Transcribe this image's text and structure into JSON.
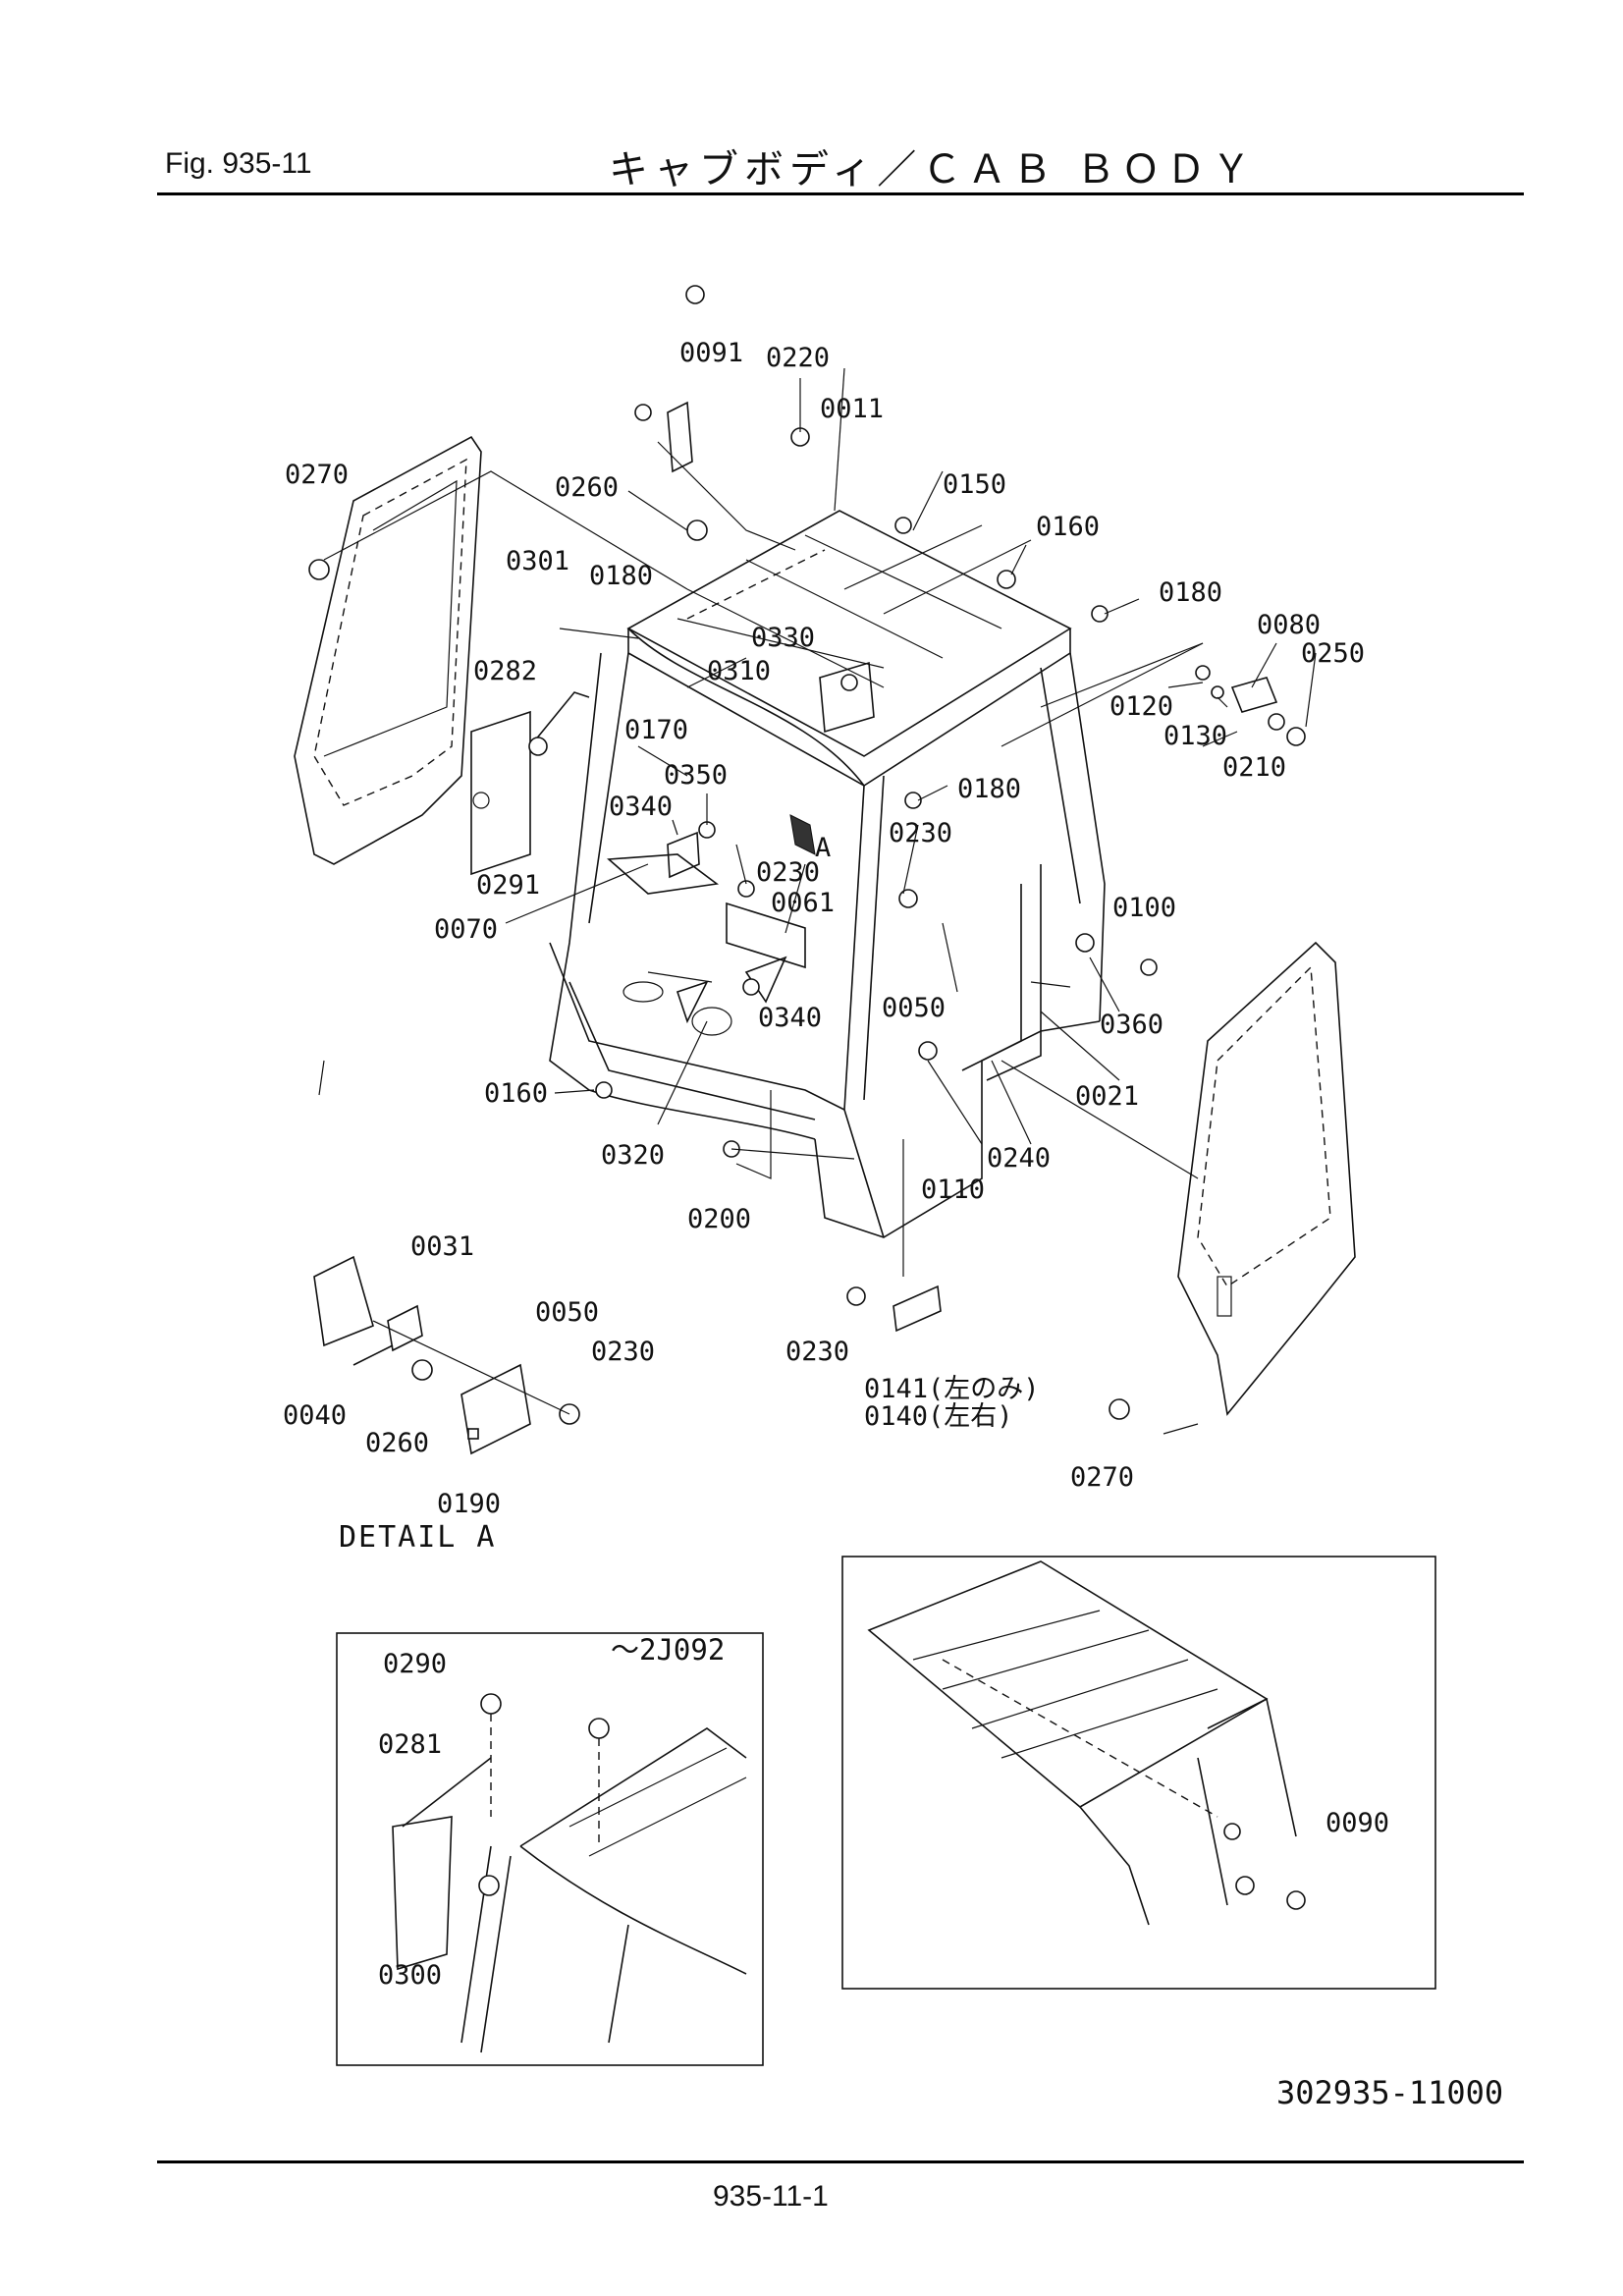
{
  "header": {
    "fig_label": "Fig.  935-11",
    "title": "キャブボディ／ＣＡＢ ＢＯＤＹ"
  },
  "callouts": {
    "c0091": "0091",
    "c0220": "0220",
    "c0011": "0011",
    "c0270a": "0270",
    "c0260a": "0260",
    "c0150": "0150",
    "c0160a": "0160",
    "c0301": "0301",
    "c0180a": "0180",
    "c0180b": "0180",
    "c0080": "0080",
    "c0250": "0250",
    "c0330": "0330",
    "c0282": "0282",
    "c0310": "0310",
    "c0120": "0120",
    "c0130": "0130",
    "c0170": "0170",
    "c0210": "0210",
    "c0350": "0350",
    "c0180c": "0180",
    "c0340a": "0340",
    "c0230a": "0230",
    "c0230b": "0230",
    "c0291": "0291",
    "c0061": "0061",
    "c0100": "0100",
    "c0070": "0070",
    "c0340b": "0340",
    "c0050a": "0050",
    "c0360": "0360",
    "c0160b": "0160",
    "c0021": "0021",
    "c0320": "0320",
    "c0110": "0110",
    "c0240": "0240",
    "c0200": "0200",
    "c0031": "0031",
    "c0050b": "0050",
    "c0230c": "0230",
    "c0230d": "0230",
    "c0141": "0141(左のみ)",
    "c0140": "0140(左右)",
    "c0040": "0040",
    "c0260b": "0260",
    "c0270b": "0270",
    "c0190": "0190",
    "c0290": "0290",
    "c0281": "0281",
    "c0300": "0300",
    "c0090": "0090",
    "view_a": "A"
  },
  "detail_label": "DETAIL A",
  "inset_serial": "～2J092",
  "drawing_number": "302935-11000",
  "page_number": "935-11-1"
}
